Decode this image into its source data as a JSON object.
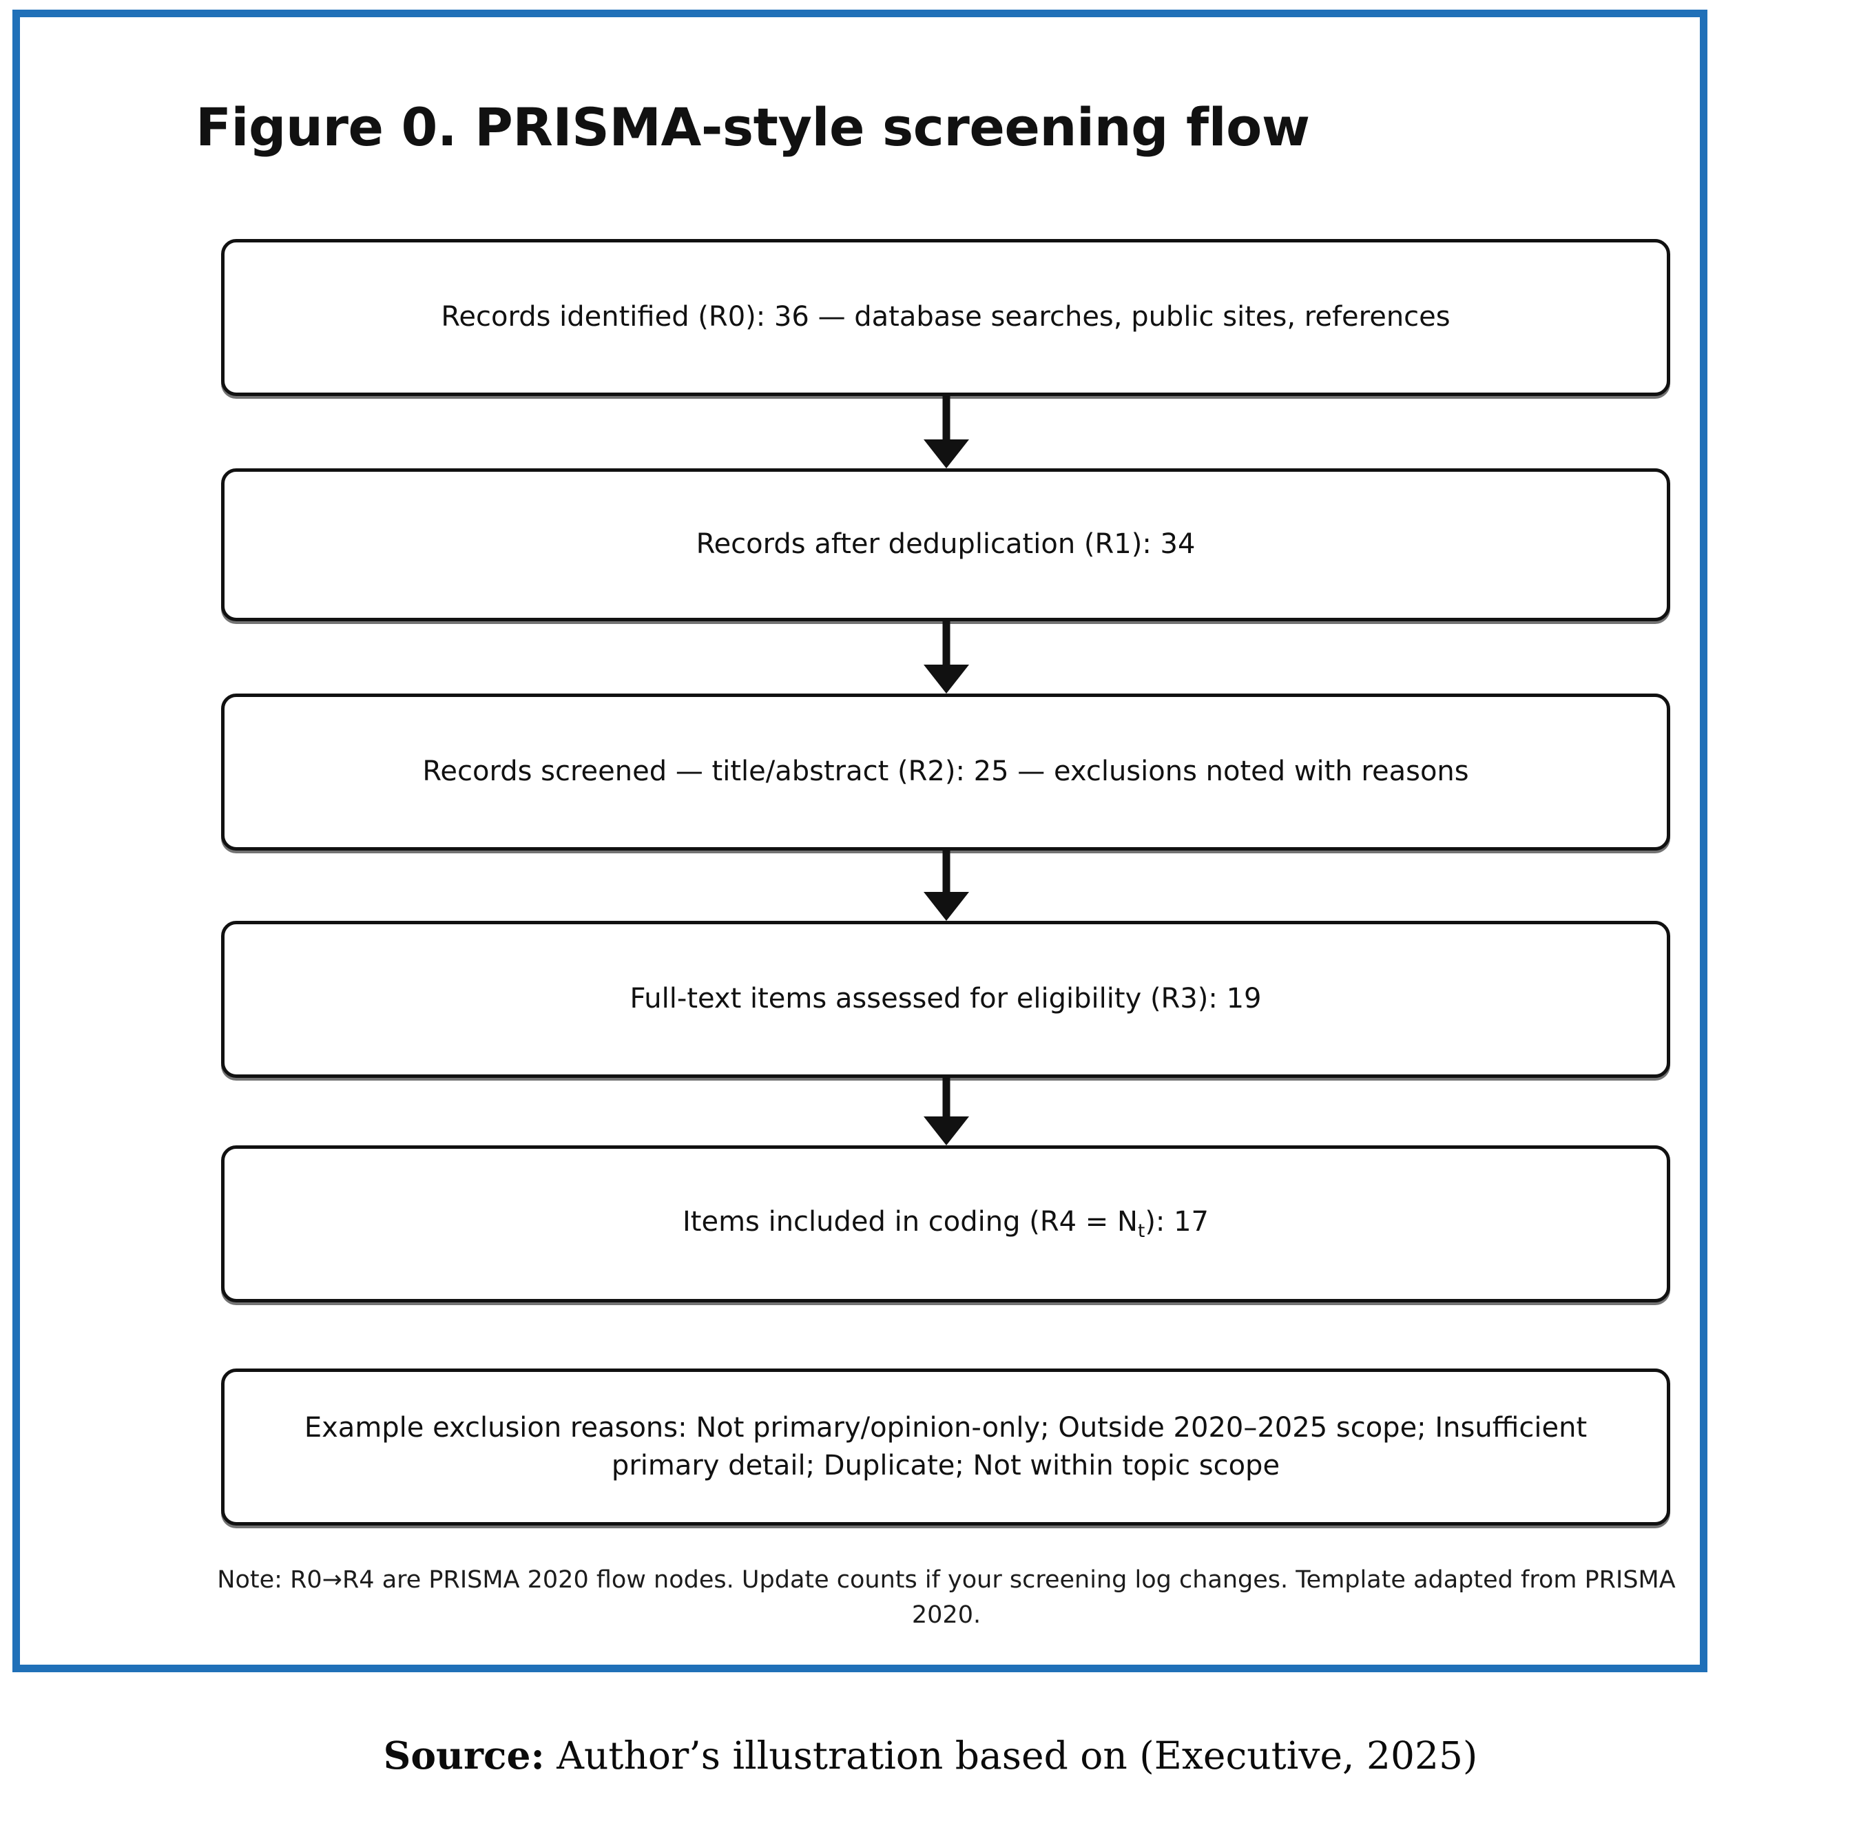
{
  "figure": {
    "title": "Figure 0. PRISMA-style screening flow",
    "border_color": "#2070b8",
    "node_border_color": "#111111"
  },
  "flow": {
    "nodes": [
      {
        "id": "R0",
        "name": "records-identified",
        "text": "Records identified (R0): 36 — database searches, public sites, references",
        "count": 36
      },
      {
        "id": "R1",
        "name": "records-after-deduplication",
        "text": "Records after deduplication (R1): 34",
        "count": 34
      },
      {
        "id": "R2",
        "name": "records-screened",
        "text": "Records screened — title/abstract (R2): 25 — exclusions noted with reasons",
        "count": 25
      },
      {
        "id": "R3",
        "name": "full-text-assessed",
        "text": "Full-text items assessed for eligibility (R3): 19",
        "count": 19
      },
      {
        "id": "R4",
        "name": "items-included-in-coding",
        "text_prefix": "Items included in coding (R4 = N",
        "text_subscript": "t",
        "text_suffix": "): 17",
        "count": 17
      }
    ],
    "exclusions_box": {
      "text": "Example exclusion reasons: Not primary/opinion-only; Outside 2020–2025 scope; Insufficient primary detail; Duplicate; Not within topic scope",
      "reasons": [
        "Not primary/opinion-only",
        "Outside 2020–2025 scope",
        "Insufficient primary detail",
        "Duplicate",
        "Not within topic scope"
      ]
    }
  },
  "note": "Note: R0→R4 are PRISMA 2020 flow nodes. Update counts if your screening log changes. Template adapted from PRISMA 2020.",
  "source": {
    "label": "Source:",
    "text": " Author’s illustration based on (Executive, 2025)"
  },
  "chart_data": {
    "type": "diagram",
    "title": "Figure 0. PRISMA-style screening flow",
    "categories": [
      "R0",
      "R1",
      "R2",
      "R3",
      "R4"
    ],
    "values": [
      36,
      34,
      25,
      19,
      17
    ],
    "labels": [
      "Records identified",
      "Records after deduplication",
      "Records screened — title/abstract",
      "Full-text items assessed for eligibility",
      "Items included in coding"
    ]
  }
}
